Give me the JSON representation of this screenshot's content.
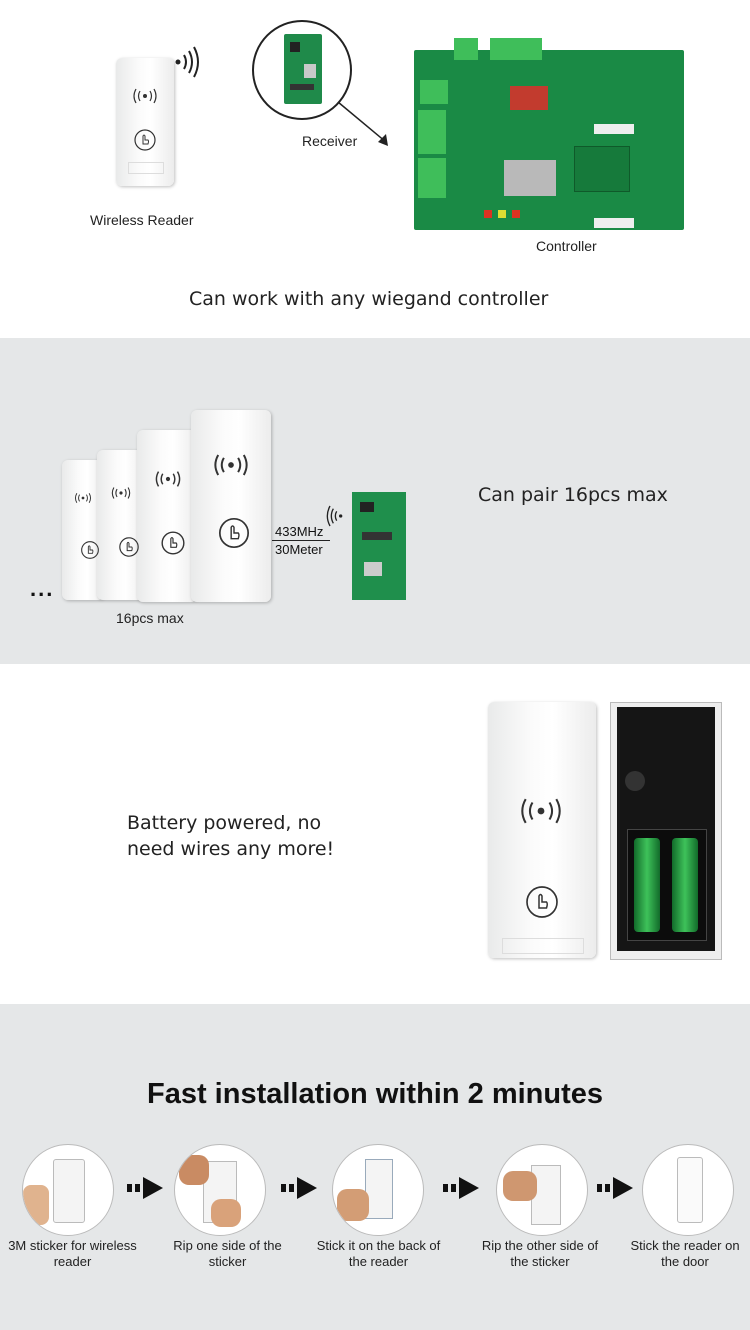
{
  "section1": {
    "reader_label": "Wireless Reader",
    "receiver_label": "Receiver",
    "controller_label": "Controller",
    "caption": "Can work with any wiegand controller"
  },
  "section2": {
    "pair_caption": "Can pair 16pcs max",
    "max_label": "16pcs max",
    "freq_label": "433MHz",
    "range_label": "30Meter",
    "ellipsis": "..."
  },
  "section3": {
    "caption_line1": "Battery powered, no",
    "caption_line2": "need wires any more!"
  },
  "section4": {
    "title": "Fast installation within 2 minutes",
    "steps": [
      {
        "line1": "3M sticker for wireless",
        "line2": "reader"
      },
      {
        "line1": "Rip one side of the",
        "line2": "sticker"
      },
      {
        "line1": "Stick it on the back of",
        "line2": "the reader"
      },
      {
        "line1": "Rip the other side of",
        "line2": "the sticker"
      },
      {
        "line1": "Stick the reader on",
        "line2": "the door"
      }
    ]
  },
  "icons": [
    "rfid-wave-icon",
    "hand-touch-icon",
    "wireless-signal-icon",
    "arrow-right-icon"
  ]
}
